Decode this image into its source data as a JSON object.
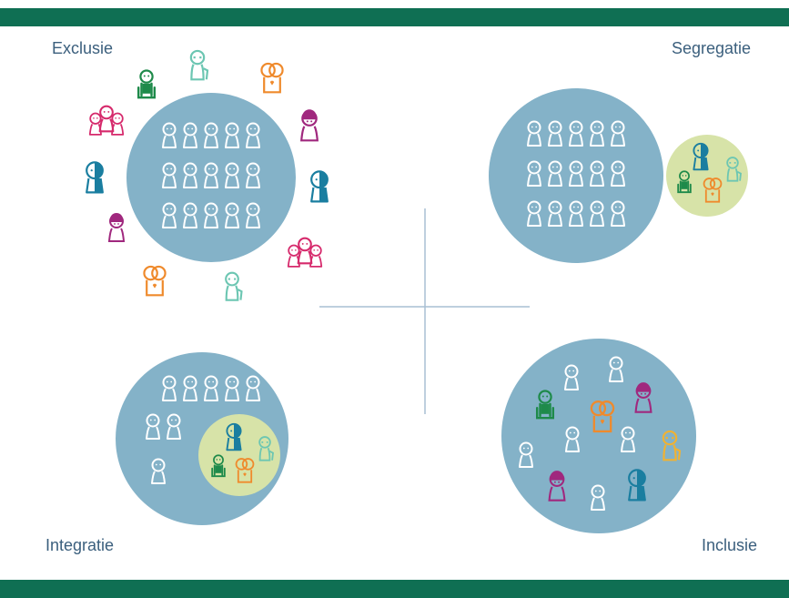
{
  "labels": {
    "exclusie": "Exclusie",
    "segregatie": "Segregatie",
    "integratie": "Integratie",
    "inclusie": "Inclusie"
  },
  "colors": {
    "bar": "#0f6f53",
    "big_circle": "#84b2c8",
    "small_circle": "#d7e3a8",
    "cross": "#a8bfd4",
    "label_text": "#3b5f7d",
    "white_figure": "#ffffff",
    "green": "#1e8a4a",
    "mint": "#6cc6b2",
    "orange": "#ef8a2c",
    "purple": "#a0287e",
    "pink": "#d62a6c",
    "blue": "#1a7ea0",
    "yellow": "#f0b233"
  }
}
